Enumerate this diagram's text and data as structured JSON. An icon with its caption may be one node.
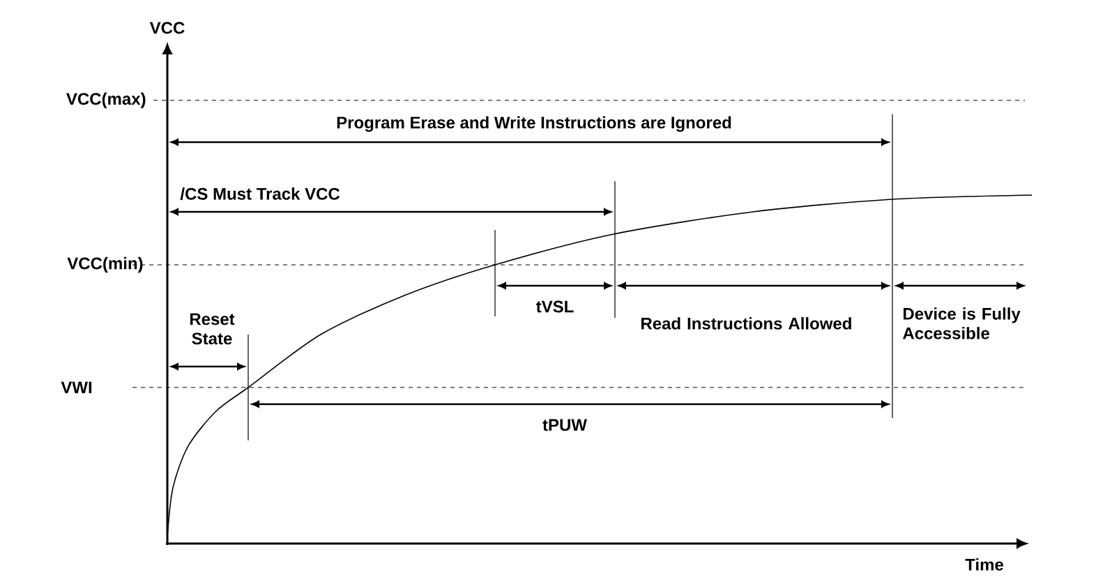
{
  "diagram": {
    "labels": [
      "VCC",
      "VCC(max)",
      "Program Erase and Write Instructions are Ignored",
      "/CS Must Track VCC",
      "VCC(min)",
      "tVSL",
      "Read Instructions Allowed",
      "Device is Fully Accessible",
      "Reset State",
      "VWI",
      "tPUW",
      "Time"
    ]
  }
}
